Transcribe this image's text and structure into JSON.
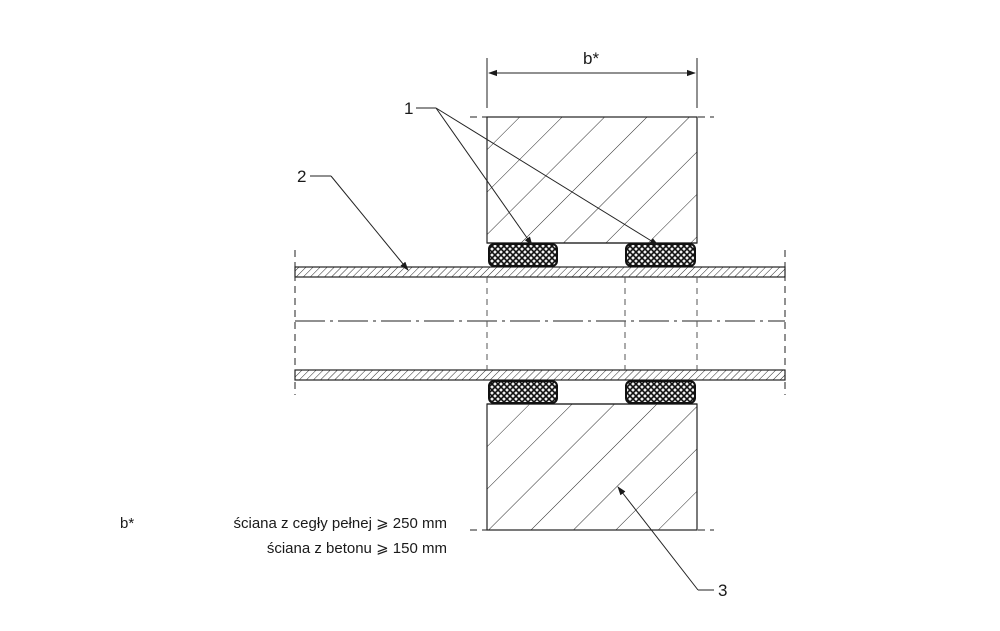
{
  "drawing": {
    "dimension_label": "b*",
    "callouts": {
      "seal": "1",
      "pipe": "2",
      "wall": "3"
    },
    "notes": {
      "marker": "b*",
      "line1": "ściana z cegły pełnej ⩾ 250 mm",
      "line2": "ściana z betonu ⩾ 150 mm"
    }
  }
}
